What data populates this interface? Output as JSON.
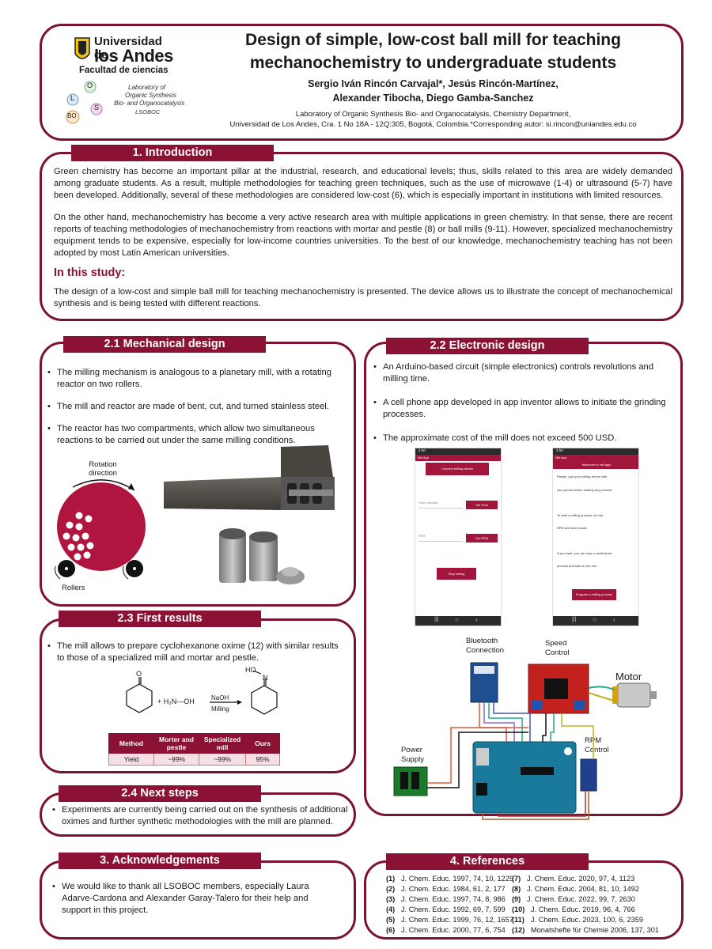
{
  "header": {
    "university_line1": "Universidad de",
    "university_line2": "los Andes",
    "faculty": "Facultad de ciencias",
    "lab_logo_lines": [
      "Laboratory of",
      "Organic Synthesis",
      "Bio- and Organocatalysis",
      "LSOBOC"
    ],
    "lab_logo_letters": [
      "O",
      "L",
      "S",
      "BO"
    ],
    "title": "Design of simple, low-cost ball mill for teaching mechanochemistry to undergraduate students",
    "authors_line1": "Sergio Iván Rincón Carvajal*, Jesús Rincón-Martínez,",
    "authors_line2": "Alexander Tibocha, Diego Gamba-Sanchez",
    "affiliation_line1": "Laboratory of Organic Synthesis Bio- and Organocatalysis, Chemistry Department,",
    "affiliation_line2": "Universidad de Los Andes, Cra. 1 No 18A - 12Q:305, Bogotá, Colombia.*Corresponding autor: si.rincon@uniandes.edu.co"
  },
  "intro": {
    "heading": "1. Introduction",
    "para1": "Green chemistry has become an important pillar at the industrial, research, and educational levels; thus, skills related to this area are widely demanded among graduate students. As a result, multiple methodologies for teaching green techniques, such as the use of microwave (1-4) or ultrasound (5-7) have been developed. Additionally, several of these methodologies are considered low-cost (6), which is especially important in institutions with limited resources.",
    "para2": "On the other hand, mechanochemistry has become a very active research area with multiple applications in green chemistry. In that sense, there are recent reports of teaching methodologies of mechanochemistry from reactions with mortar and pestle (8) or ball mills (9-11). However, specialized mechanochemistry equipment tends to be expensive, especially for low-income countries universities. To the best of our knowledge, mechanochemistry teaching has not been adopted by most Latin American universities.",
    "study_heading": "In this study:",
    "study_text": "The design of a low-cost and simple ball mill for teaching mechanochemistry is presented. The device allows us to illustrate the concept of mechanochemical synthesis and is being tested with different reactions."
  },
  "mechanical": {
    "heading": "2.1 Mechanical design",
    "bullets": [
      "The milling mechanism is analogous to a planetary mill, with a rotating reactor on two rollers.",
      "The mill and reactor are made of bent, cut, and turned stainless steel.",
      "The reactor has two compartments, which allow two simultaneous reactions to be carried out under the same milling conditions."
    ],
    "rotation_label_1": "Rotation",
    "rotation_label_2": "direction",
    "rollers_label": "Rollers"
  },
  "electronic": {
    "heading": "2.2  Electronic design",
    "bullets": [
      "An Arduino-based circuit (simple electronics) controls revolutions and milling time.",
      "A cell phone app developed in app inventor allows to initiate the grinding processes.",
      "The approximate cost of the mill does not exceed 500 USD."
    ],
    "phone1": {
      "status": "4:50",
      "app_name": "Mill App",
      "connect_button": "Connect milling device",
      "time_placeholder": "Time (minutes)",
      "set_time_button": "Set Time",
      "rpm_placeholder": "RPM",
      "set_rpm_button": "Set RPM",
      "stop_button": "Stop milling"
    },
    "phone2": {
      "status": "4:50",
      "app_name": "Mill App",
      "welcome": "Welcome to mill app!",
      "line1": "Please, pair your milling device with",
      "line2": "your phone before starting any process.",
      "line3": "To start a milling process, set the",
      "line4": "RPM and time values",
      "line5": "If you want, you can stop a nonfinished",
      "line6": "process and start a new one",
      "program_button": "Program a milling process"
    },
    "circuit_labels": {
      "bluetooth": "Bluetooth",
      "connection": "Connection",
      "speed": "Speed",
      "control": "Control",
      "motor": "Motor",
      "power": "Power",
      "supply": "Supply",
      "rpm": "RPM",
      "rpm_control": "Control"
    }
  },
  "results": {
    "heading": "2.3 First results",
    "bullet": "The mill allows to prepare cyclohexanone oxime (12) with similar results to those of a specialized mill and mortar and pestle.",
    "reagent": "+ H₂N—OH",
    "condition_top": "NaOH",
    "condition_bottom": "Milling",
    "product_label": "HO",
    "product_n": "N",
    "ketone_o": "O",
    "table_headers": [
      "Method",
      "Morter and pestle",
      "Specialized mill",
      "Ours"
    ],
    "table_row": [
      "Yield",
      "~99%",
      "~99%",
      "95%"
    ]
  },
  "next_steps": {
    "heading": "2.4 Next steps",
    "bullet": "Experiments are currently being carried out on the synthesis of additional oximes and further synthetic methodologies with the mill are planned."
  },
  "acknowledgements": {
    "heading": "3. Acknowledgements",
    "bullet": "We would like to thank all LSOBOC members, especially Laura Adarve-Cardona and Alexander Garay-Talero for their help and support in this project."
  },
  "references": {
    "heading": "4. References",
    "left": [
      {
        "n": "(1)",
        "t": "J. Chem. Educ. 1997, 74, 10, 1225"
      },
      {
        "n": "(2)",
        "t": "J. Chem. Educ. 1984, 61, 2, 177"
      },
      {
        "n": "(3)",
        "t": "J. Chem. Educ. 1997, 74, 8, 986"
      },
      {
        "n": "(4)",
        "t": "J. Chem. Educ. 1992, 69, 7, 599"
      },
      {
        "n": "(5)",
        "t": "J. Chem. Educ. 1999, 76, 12, 1657"
      },
      {
        "n": "(6)",
        "t": "J. Chem. Educ. 2000, 77, 6, 754"
      }
    ],
    "right": [
      {
        "n": "(7)",
        "t": "J. Chem. Educ. 2020, 97, 4, 1123"
      },
      {
        "n": "(8)",
        "t": "J. Chem. Educ. 2004, 81, 10, 1492"
      },
      {
        "n": "(9)",
        "t": "J. Chem. Educ. 2022, 99, 7, 2630"
      },
      {
        "n": "(10)",
        "t": "J. Chem. Educ. 2019, 96, 4, 766"
      },
      {
        "n": "(11)",
        "t": "J. Chem. Educ. 2023, 100, 6, 2359"
      },
      {
        "n": "(12)",
        "t": "Monatshefte für Chemie 2006, 137, 301"
      }
    ]
  },
  "colors": {
    "accent": "#8b1235",
    "border": "#7d1230"
  }
}
